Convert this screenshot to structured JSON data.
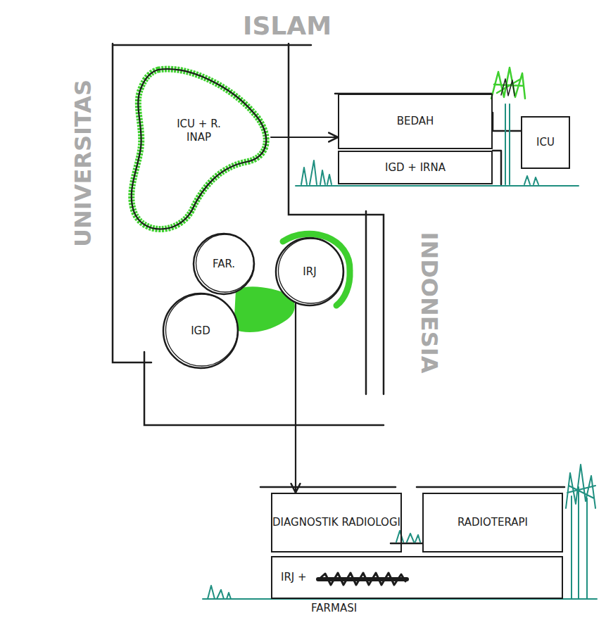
{
  "diagram": {
    "nodes": [
      {
        "text": [
          "ICU + R. INAP"
        ]
      },
      {
        "text": [
          "BEDAH"
        ]
      },
      {
        "text": [
          "IGD + IRNA"
        ]
      },
      {
        "text": [
          "ICU"
        ]
      },
      {
        "text": [
          "FAR."
        ]
      },
      {
        "text": [
          "IRJ"
        ]
      },
      {
        "text": [
          "IGD"
        ]
      },
      {
        "text": [
          "DIAGNOSTIK RADIOLOGI"
        ]
      },
      {
        "text": [
          "RADIOTERAPI"
        ]
      },
      {
        "text": [
          "IRJ +",
          "FARMASI"
        ]
      }
    ],
    "edges": [
      {
        "from": 0,
        "to": 1,
        "arrow": "to"
      },
      {
        "from": 5,
        "to": 7,
        "arrow": "to"
      }
    ],
    "labels": [
      "ISLAM",
      "UNIVERSITAS",
      "INDONESIA"
    ]
  }
}
